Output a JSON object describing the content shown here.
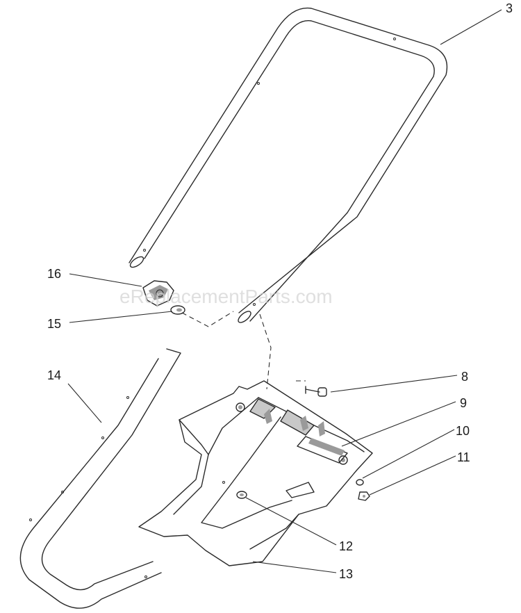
{
  "watermark": "eReplacementParts.com",
  "callouts": {
    "part_3": "3",
    "part_8": "8",
    "part_9": "9",
    "part_10": "10",
    "part_11": "11",
    "part_12": "12",
    "part_13": "13",
    "part_14": "14",
    "part_15": "15",
    "part_16": "16"
  }
}
